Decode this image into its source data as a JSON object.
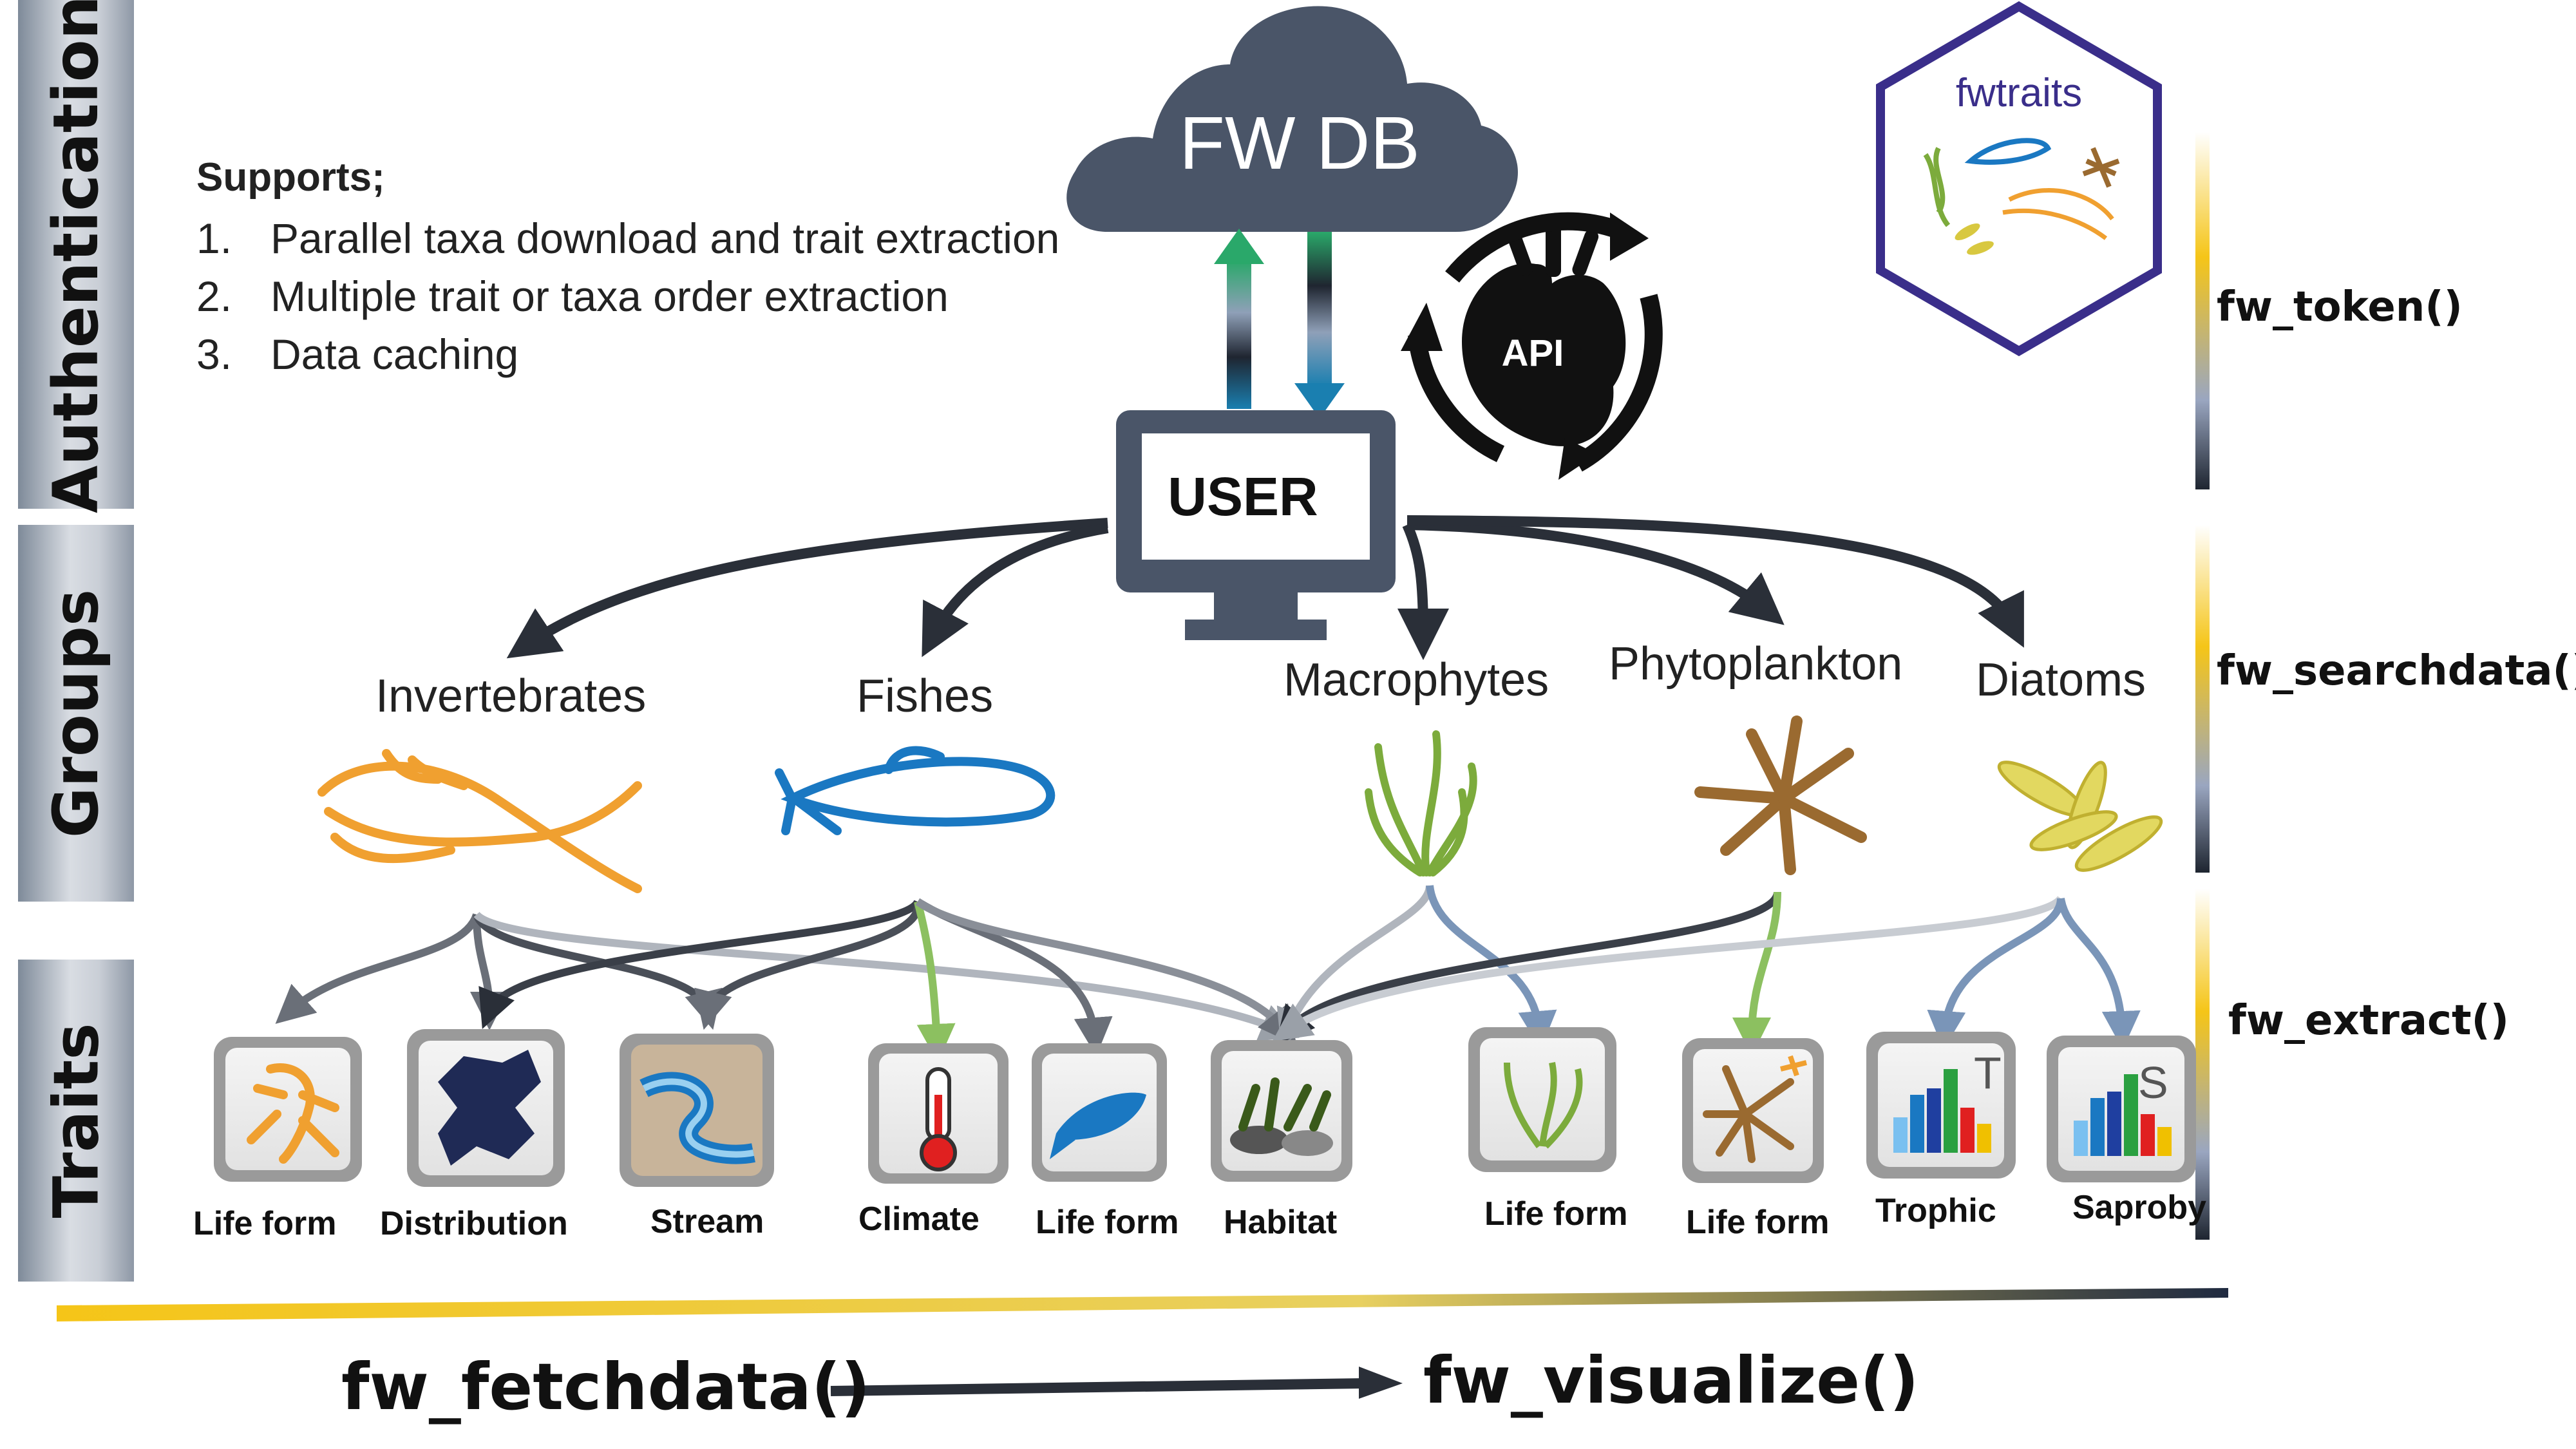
{
  "sections": {
    "authentication": "Authentication",
    "groups": "Groups",
    "traits": "Traits"
  },
  "supports": {
    "title": "Supports;",
    "items": [
      {
        "num": "1.",
        "text": "Parallel taxa download and trait extraction"
      },
      {
        "num": "2.",
        "text": "Multiple trait or taxa order extraction"
      },
      {
        "num": "3.",
        "text": "Data caching"
      }
    ]
  },
  "cloud_label": "FW DB",
  "api_label": "API",
  "user_label": "USER",
  "logo_text": "fwtraits",
  "groups": [
    "Invertebrates",
    "Fishes",
    "Macrophytes",
    "Phytoplankton",
    "Diatoms"
  ],
  "traits": [
    "Life form",
    "Distribution",
    "Stream",
    "Climate",
    "Life form",
    "Habitat",
    "Life form",
    "Life form",
    "Trophic",
    "Saproby"
  ],
  "trait_icon_letters": {
    "trophic": "T",
    "saproby": "S"
  },
  "functions": {
    "token": "fw_token()",
    "searchdata": "fw_searchdata()",
    "extract": "fw_extract()",
    "fetchdata": "fw_fetchdata()",
    "visualize": "fw_visualize()"
  },
  "colors": {
    "cloud": "#4a5568",
    "invertebrate": "#f0a030",
    "fish": "#1a78c2",
    "macrophyte": "#7cab3c",
    "phytoplankton": "#9a6a30",
    "diatom": "#d8c840",
    "logo_border": "#3a2e8a",
    "gold": "#f5c518"
  }
}
